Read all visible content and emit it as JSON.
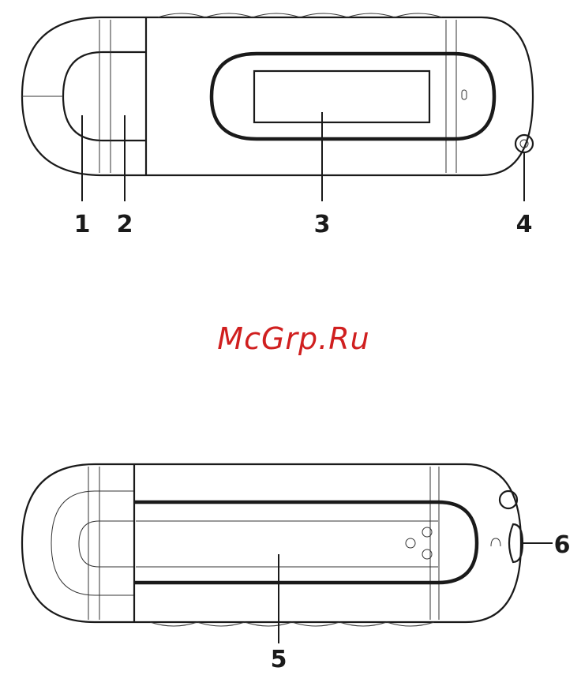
{
  "watermark": "McGrp.Ru",
  "top_view": {
    "callouts": [
      {
        "id": "1",
        "label": "1"
      },
      {
        "id": "2",
        "label": "2"
      },
      {
        "id": "3",
        "label": "3"
      },
      {
        "id": "4",
        "label": "4"
      }
    ]
  },
  "bottom_view": {
    "callouts": [
      {
        "id": "5",
        "label": "5"
      },
      {
        "id": "6",
        "label": "6"
      }
    ]
  }
}
